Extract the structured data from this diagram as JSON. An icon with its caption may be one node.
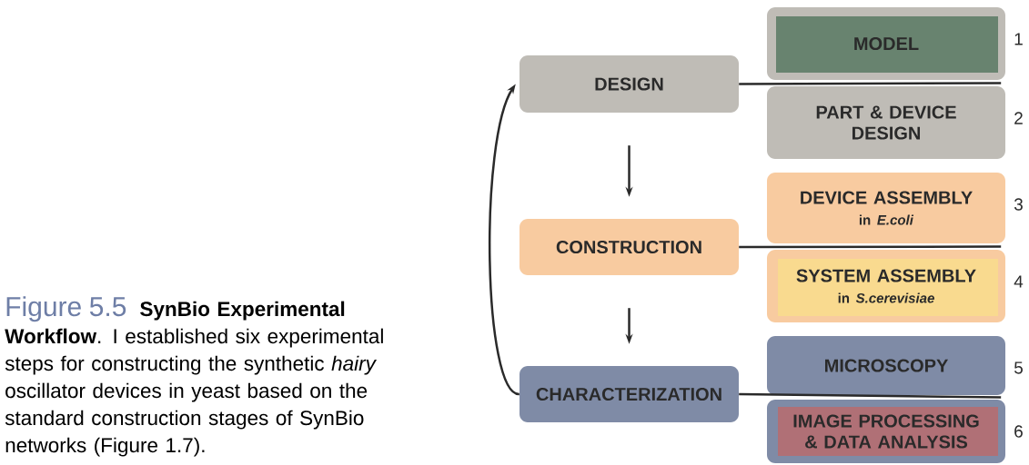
{
  "diagram": {
    "caption": "**SynBio Experimental Workflow**. I established six experimental steps for constructing the synthetic *hairy* oscillator devices in yeast based on the standard construction stages of SynBio networks (Figure 1.7).",
    "nodes": [
      {
        "text": [
          "DESIGN"
        ]
      },
      {
        "text": [
          "CONSTRUCTION"
        ]
      },
      {
        "text": [
          "CHARACTERIZATION"
        ]
      },
      {
        "text": [
          "MODEL"
        ],
        "beside": [
          "1"
        ]
      },
      {
        "text": [
          "PART & DEVICE DESIGN"
        ],
        "beside": [
          "2"
        ]
      },
      {
        "text": [
          "DEVICE ASSEMBLY",
          "in *E.coli*"
        ],
        "beside": [
          "3"
        ]
      },
      {
        "text": [
          "SYSTEM ASSEMBLY",
          "in *S.cerevisiae*"
        ],
        "beside": [
          "4"
        ]
      },
      {
        "text": [
          "MICROSCOPY"
        ],
        "beside": [
          "5"
        ]
      },
      {
        "text": [
          "IMAGE PROCESSING & DATA ANALYSIS"
        ],
        "beside": [
          "6"
        ]
      }
    ],
    "edges": [
      {
        "from": 0,
        "to": 1,
        "arrow": "to"
      },
      {
        "from": 1,
        "to": 2,
        "arrow": "to"
      },
      {
        "from": 2,
        "to": 0,
        "arrow": "to"
      },
      {
        "from": 0,
        "to": 3,
        "arrow": "none"
      },
      {
        "from": 0,
        "to": 4,
        "arrow": "none"
      },
      {
        "from": 1,
        "to": 5,
        "arrow": "none"
      },
      {
        "from": 1,
        "to": 6,
        "arrow": "none"
      },
      {
        "from": 2,
        "to": 7,
        "arrow": "none"
      },
      {
        "from": 2,
        "to": 8,
        "arrow": "none"
      }
    ],
    "labels": [
      "Figure 5.5"
    ]
  }
}
